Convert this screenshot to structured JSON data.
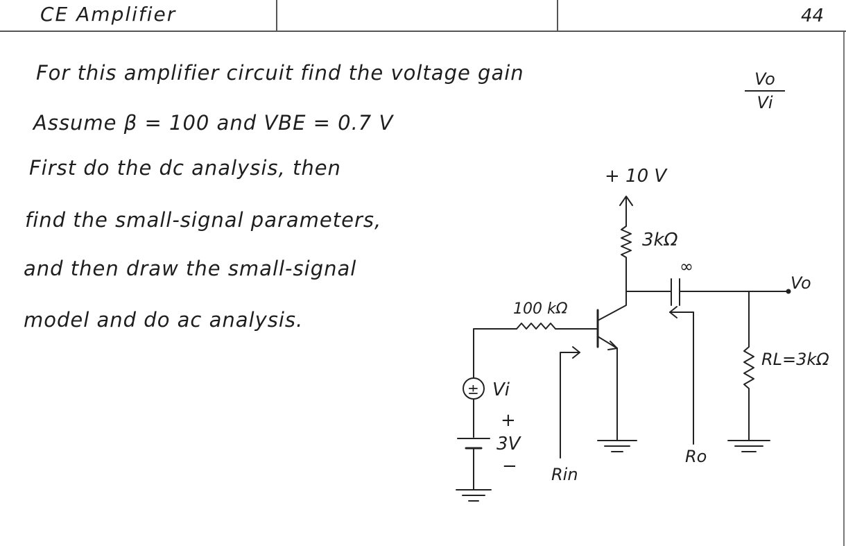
{
  "header": {
    "title": "CE Amplifier",
    "page_number": "44"
  },
  "problem": {
    "line1": "For this amplifier circuit find the voltage gain",
    "gain_numerator": "Vo",
    "gain_denominator": "Vi",
    "line2": "Assume β = 100 and VBE = 0.7 V",
    "line3": "First do the dc analysis, then",
    "line4": "find the small-signal parameters,",
    "line5": "and then draw the small-signal",
    "line6": "model and do ac analysis."
  },
  "circuit": {
    "supply_label": "+ 10 V",
    "collector_resistor": "3kΩ",
    "capacitor_label": "∞",
    "output_label": "Vo",
    "base_resistor": "100 kΩ",
    "load_resistor": "RL=3kΩ",
    "source_symbol": "±",
    "source_label": "Vi",
    "battery_plus": "+",
    "battery_value": "3V",
    "battery_minus": "−",
    "rin_label": "Rin",
    "ro_label": "Ro"
  }
}
